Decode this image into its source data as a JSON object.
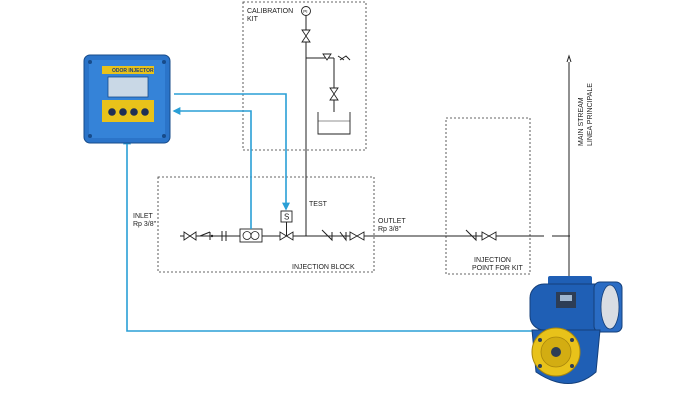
{
  "labels": {
    "calibration_kit": [
      "CALIBRATION",
      "KIT"
    ],
    "test": "TEST",
    "inlet": [
      "INLET",
      "Rp 3/8\""
    ],
    "outlet": [
      "OUTLET",
      "Rp 3/8\""
    ],
    "injection_block": "INJECTION BLOCK",
    "injection_point": [
      "INJECTION",
      "POINT FOR KIT"
    ],
    "main_stream": [
      "MAIN STREAM",
      "LINEA PRINCIPALE"
    ],
    "pressure_gauge_symbol": "PI",
    "solenoid_symbol": "S",
    "controller_display": "ODOR INJECTOR"
  },
  "colors": {
    "signal_line": "#2a9fd6",
    "controller_body": "#2b74c9",
    "equipment_body": "#1f5fb5",
    "accent_yellow": "#e8c21a"
  },
  "icons": [
    "controller-unit",
    "pressure-gauge-icon",
    "solenoid-valve-icon",
    "check-valve-icon",
    "ball-valve-icon",
    "flow-meter-icon",
    "tank-icon",
    "odorizer-pump-icon"
  ]
}
